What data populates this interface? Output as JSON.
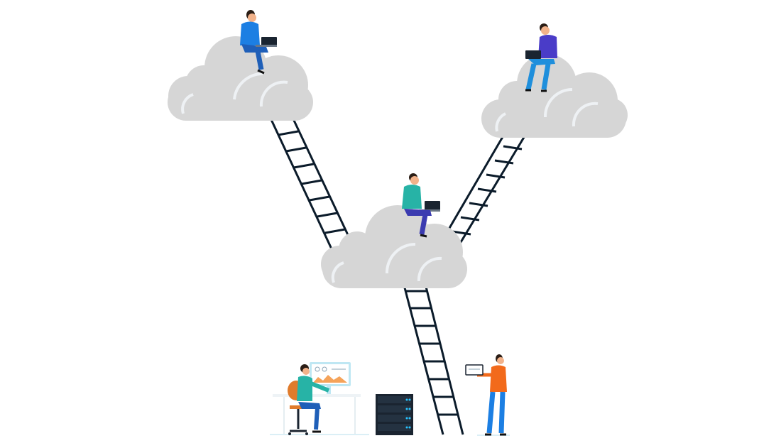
{
  "scene": {
    "description_tags": [
      "clouds",
      "ladders",
      "people-with-laptops",
      "server-rack",
      "desk-workstation"
    ]
  },
  "colors": {
    "background": "#ffffff",
    "cloud": "#d6d6d6",
    "cloud_highlight": "#eef1f4",
    "ladder": "#0b1b2a",
    "blue_person": "#1c7fe3",
    "teal_person": "#27b3a6",
    "purple_person": "#4a3cc8",
    "orange_person": "#f26a1b",
    "jeans": "#1f5fb8",
    "server": "#1a2430",
    "server_led": "#27c3ff",
    "monitor_frame": "#bfe7f3",
    "chair": "#e07b2b"
  }
}
